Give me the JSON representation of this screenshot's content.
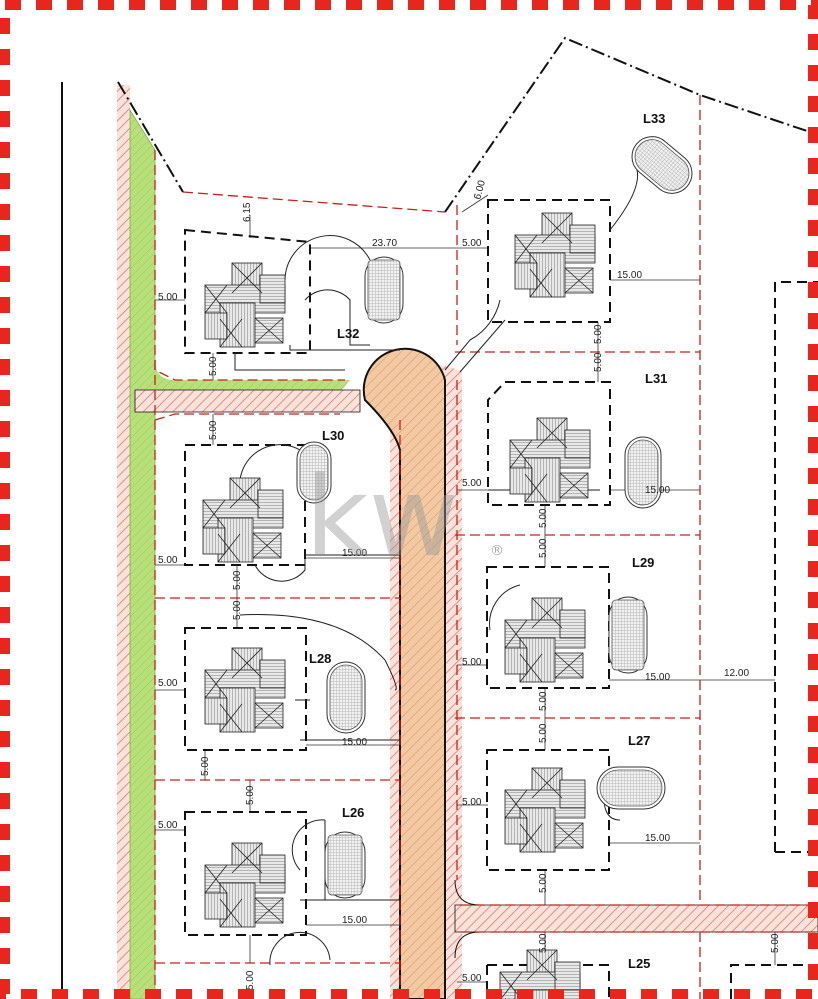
{
  "plan": {
    "lot_labels": [
      "L33",
      "L32",
      "L31",
      "L30",
      "L29",
      "L28",
      "L27",
      "L26",
      "L25"
    ],
    "dimension_labels": [
      "6.15",
      "23.70",
      "5.00",
      "6.00",
      "5.00",
      "5.00",
      "15.00",
      "5.00",
      "5.00",
      "5.00",
      "5.00",
      "15.00",
      "5.00",
      "5.00",
      "5.00",
      "15.00",
      "5.00",
      "5.00",
      "5.00",
      "15.00",
      "12.00",
      "5.00",
      "5.00",
      "5.00",
      "15.00",
      "5.00",
      "5.00",
      "5.00",
      "15.00",
      "5.00",
      "5.00",
      "15.00",
      "5.00",
      "5.00",
      "5.00",
      "5.00"
    ],
    "watermark": "kw",
    "watermark_mark": "®"
  },
  "colors": {
    "frame": "#e8261e",
    "lot_line": "#c8201a",
    "road_hatch": "#e07a6a",
    "road_fill": "#f6dcc8",
    "cul_de_sac_fill": "#f2c9a2",
    "green_strip": "#b7e07a",
    "linework": "#111111"
  }
}
